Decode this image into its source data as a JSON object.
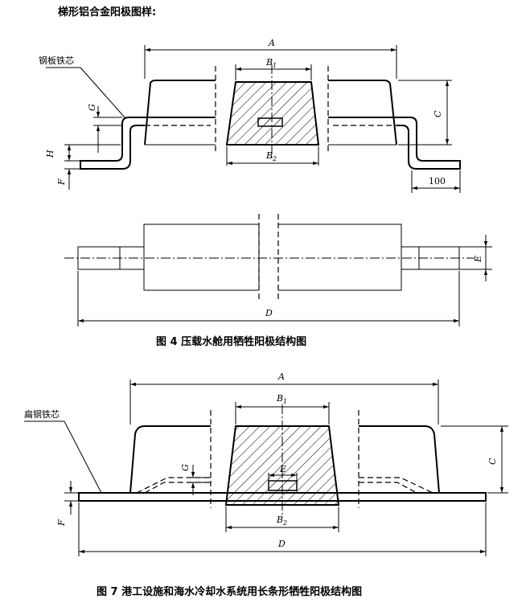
{
  "header": {
    "title": "梯形铝合金阳极图样:"
  },
  "fig4": {
    "caption": "图 4    压载水舱用牺牲阳极结构图",
    "core_label": "钢板铁芯",
    "dims": {
      "A": "A",
      "B1": "B",
      "B1_sub": "1",
      "B2": "B",
      "B2_sub": "2",
      "C": "C",
      "G": "G",
      "H": "H",
      "F": "F",
      "D": "D",
      "E": "E",
      "len100": "100"
    }
  },
  "fig7": {
    "caption": "图 7    港工设施和海水冷却水系统用长条形牺牲阳极结构图",
    "core_label": "扁钢铁芯",
    "dims": {
      "A": "A",
      "B1": "B",
      "B1_sub": "1",
      "B2": "B",
      "B2_sub": "2",
      "C": "C",
      "G": "G",
      "F": "F",
      "D": "D",
      "E": "E"
    }
  }
}
